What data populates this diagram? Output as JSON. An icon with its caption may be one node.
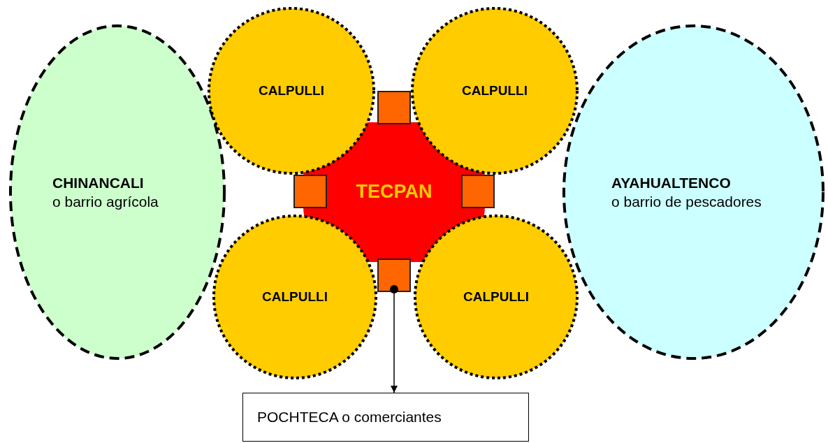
{
  "diagram": {
    "nodes": [
      {
        "text": [
          "CHINANCALI",
          "o barrio agrícola"
        ]
      },
      {
        "text": [
          "CALPULLI"
        ]
      },
      {
        "text": [
          "CALPULLI"
        ]
      },
      {
        "text": [
          "TECPAN"
        ]
      },
      {
        "text": [
          "CALPULLI"
        ]
      },
      {
        "text": [
          "CALPULLI"
        ]
      },
      {
        "text": [
          "AYAHUALTENCO",
          "o barrio de pescadores"
        ]
      },
      {
        "text": [],
        "shape": "box"
      },
      {
        "text": [],
        "shape": "box"
      },
      {
        "text": [],
        "shape": "box"
      },
      {
        "text": [],
        "shape": "box"
      },
      {
        "text": [
          "POCHTECA o comerciantes"
        ]
      }
    ],
    "edges": [
      {
        "from": 10,
        "to": 11,
        "arrow": "to"
      }
    ]
  }
}
